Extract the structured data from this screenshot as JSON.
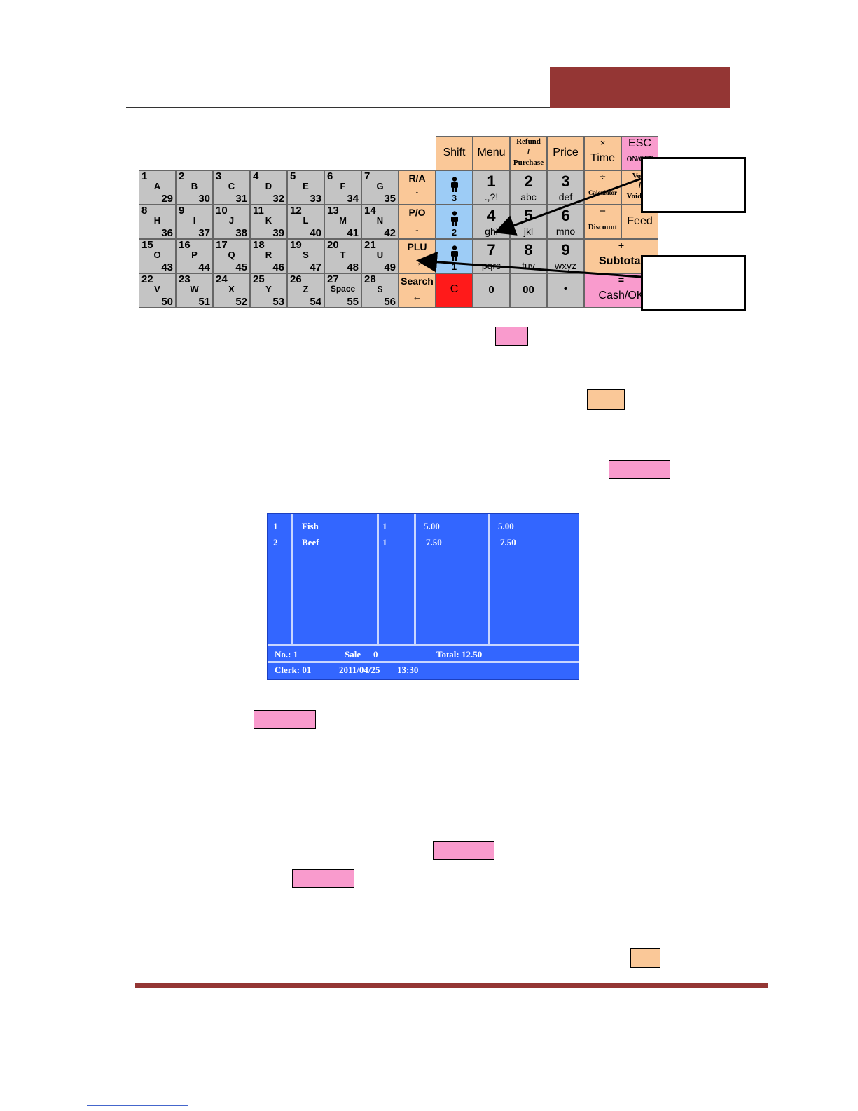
{
  "colors": {
    "header_bar": "#943634",
    "alpha_key": "#c4c4c4",
    "function_key": "#fac898",
    "pink_key": "#f99bcd",
    "clerk_key": "#9dccf6",
    "clear_key": "#ff1a1a",
    "screen_bg": "#3366ff"
  },
  "keyboard": {
    "alpha_rows": [
      [
        {
          "n1": "1",
          "ch": "A",
          "n2": "29"
        },
        {
          "n1": "2",
          "ch": "B",
          "n2": "30"
        },
        {
          "n1": "3",
          "ch": "C",
          "n2": "31"
        },
        {
          "n1": "4",
          "ch": "D",
          "n2": "32"
        },
        {
          "n1": "5",
          "ch": "E",
          "n2": "33"
        },
        {
          "n1": "6",
          "ch": "F",
          "n2": "34"
        },
        {
          "n1": "7",
          "ch": "G",
          "n2": "35"
        }
      ],
      [
        {
          "n1": "8",
          "ch": "H",
          "n2": "36"
        },
        {
          "n1": "9",
          "ch": "I",
          "n2": "37"
        },
        {
          "n1": "10",
          "ch": "J",
          "n2": "38"
        },
        {
          "n1": "11",
          "ch": "K",
          "n2": "39"
        },
        {
          "n1": "12",
          "ch": "L",
          "n2": "40"
        },
        {
          "n1": "13",
          "ch": "M",
          "n2": "41"
        },
        {
          "n1": "14",
          "ch": "N",
          "n2": "42"
        }
      ],
      [
        {
          "n1": "15",
          "ch": "O",
          "n2": "43"
        },
        {
          "n1": "16",
          "ch": "P",
          "n2": "44"
        },
        {
          "n1": "17",
          "ch": "Q",
          "n2": "45"
        },
        {
          "n1": "18",
          "ch": "R",
          "n2": "46"
        },
        {
          "n1": "19",
          "ch": "S",
          "n2": "47"
        },
        {
          "n1": "20",
          "ch": "T",
          "n2": "48"
        },
        {
          "n1": "21",
          "ch": "U",
          "n2": "49"
        }
      ],
      [
        {
          "n1": "22",
          "ch": "V",
          "n2": "50"
        },
        {
          "n1": "23",
          "ch": "W",
          "n2": "51"
        },
        {
          "n1": "24",
          "ch": "X",
          "n2": "52"
        },
        {
          "n1": "25",
          "ch": "Y",
          "n2": "53"
        },
        {
          "n1": "26",
          "ch": "Z",
          "n2": "54"
        },
        {
          "n1": "27",
          "ch": "Space",
          "n2": "55"
        },
        {
          "n1": "28",
          "ch": "$",
          "n2": "56"
        }
      ]
    ],
    "nav": [
      {
        "label": "R/A",
        "arrow": "↑"
      },
      {
        "label": "P/O",
        "arrow": "↓"
      },
      {
        "label": "PLU",
        "arrow": "→"
      },
      {
        "label": "Search",
        "arrow": "←"
      }
    ],
    "top": {
      "shift": "Shift",
      "menu": "Menu",
      "refund_line1": "Refund",
      "refund_line2": "/",
      "refund_line3": "Purchase",
      "price": "Price",
      "time_symbol": "×",
      "time": "Time",
      "esc": "ESC",
      "onoff": "ON/OFF"
    },
    "clerks": [
      "3",
      "2",
      "1"
    ],
    "numbers": [
      {
        "big": "1",
        "sub": ".,?!"
      },
      {
        "big": "2",
        "sub": "abc"
      },
      {
        "big": "3",
        "sub": "def"
      },
      {
        "big": "4",
        "sub": "ghi"
      },
      {
        "big": "5",
        "sub": "jkl"
      },
      {
        "big": "6",
        "sub": "mno"
      },
      {
        "big": "7",
        "sub": "pqrs"
      },
      {
        "big": "8",
        "sub": "tuv"
      },
      {
        "big": "9",
        "sub": "wxyz"
      }
    ],
    "bottom": {
      "clear": "C",
      "zero": "0",
      "double_zero": "00",
      "dot": "•"
    },
    "right": {
      "calc_symbol": "÷",
      "calculator": "Calculator",
      "void_line1": "Void",
      "void_line2": "/",
      "void_line3": "Void All",
      "discount_symbol": "−",
      "discount": "Discount",
      "feed": "Feed",
      "subtotal_symbol": "+",
      "subtotal": "Subtotal",
      "cash_symbol": "=",
      "cash": "Cash/OK"
    }
  },
  "screen": {
    "rows": [
      {
        "no": "1",
        "name": "Fish",
        "qty": "1",
        "price": "5.00",
        "amount": "5.00"
      },
      {
        "no": "2",
        "name": "Beef",
        "qty": "1",
        "price": "7.50",
        "amount": "7.50"
      }
    ],
    "status_no": "No.: 1",
    "status_sale": "Sale",
    "status_sale_value": "0",
    "status_total": "Total: 12.50",
    "clerk": "Clerk: 01",
    "date": "2011/04/25",
    "time": "13:30"
  }
}
